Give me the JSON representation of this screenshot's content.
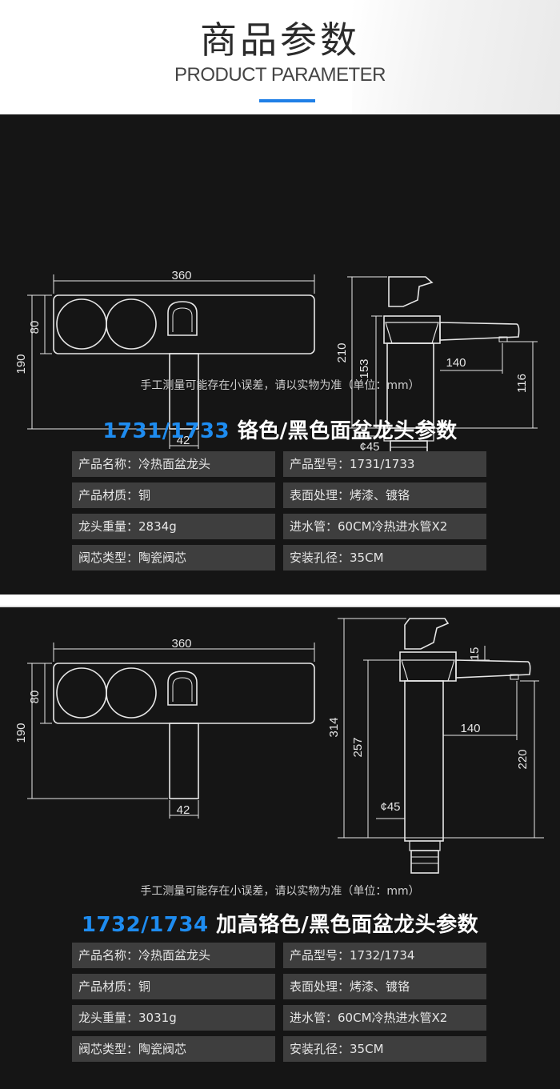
{
  "header": {
    "title": "商品参数",
    "subtitle": "PRODUCT PARAMETER"
  },
  "colors": {
    "accent": "#1e8cf0",
    "panel_bg": "#151515",
    "cell_bg": "#3e3e3e"
  },
  "sections": [
    {
      "dims": {
        "width": "360",
        "height_left": "190",
        "knob_h": "80",
        "stem_w": "42",
        "total_h": "210",
        "body_h": "153",
        "reach": "140",
        "spout_h": "116",
        "hole": "¢45"
      },
      "note": "手工测量可能存在小误差，请以实物为准（单位：mm）",
      "title_model": "1731/1733",
      "title_rest": " 铬色/黑色面盆龙头参数",
      "params": [
        {
          "label": "产品名称：",
          "value": "冷热面盆龙头"
        },
        {
          "label": "产品型号：",
          "value": "1731/1733"
        },
        {
          "label": "产品材质：",
          "value": "铜"
        },
        {
          "label": "表面处理：",
          "value": "烤漆、镀铬"
        },
        {
          "label": "龙头重量：",
          "value": "2834g"
        },
        {
          "label": "进水管：",
          "value": "60CM冷热进水管X2"
        },
        {
          "label": "阀芯类型：",
          "value": "陶瓷阀芯"
        },
        {
          "label": "安装孔径：",
          "value": "35CM"
        }
      ]
    },
    {
      "dims": {
        "width": "360",
        "height_left": "190",
        "knob_h": "80",
        "stem_w": "42",
        "total_h": "314",
        "body_h": "257",
        "reach": "140",
        "spout_h": "220",
        "top_h": "15",
        "hole": "¢45"
      },
      "note": "手工测量可能存在小误差，请以实物为准（单位：mm）",
      "title_model": "1732/1734",
      "title_rest": " 加高铬色/黑色面盆龙头参数",
      "params": [
        {
          "label": "产品名称：",
          "value": "冷热面盆龙头"
        },
        {
          "label": "产品型号：",
          "value": "1732/1734"
        },
        {
          "label": "产品材质：",
          "value": "铜"
        },
        {
          "label": "表面处理：",
          "value": "烤漆、镀铬"
        },
        {
          "label": "龙头重量：",
          "value": "3031g"
        },
        {
          "label": "进水管：",
          "value": "60CM冷热进水管X2"
        },
        {
          "label": "阀芯类型：",
          "value": "陶瓷阀芯"
        },
        {
          "label": "安装孔径：",
          "value": "35CM"
        }
      ]
    }
  ]
}
